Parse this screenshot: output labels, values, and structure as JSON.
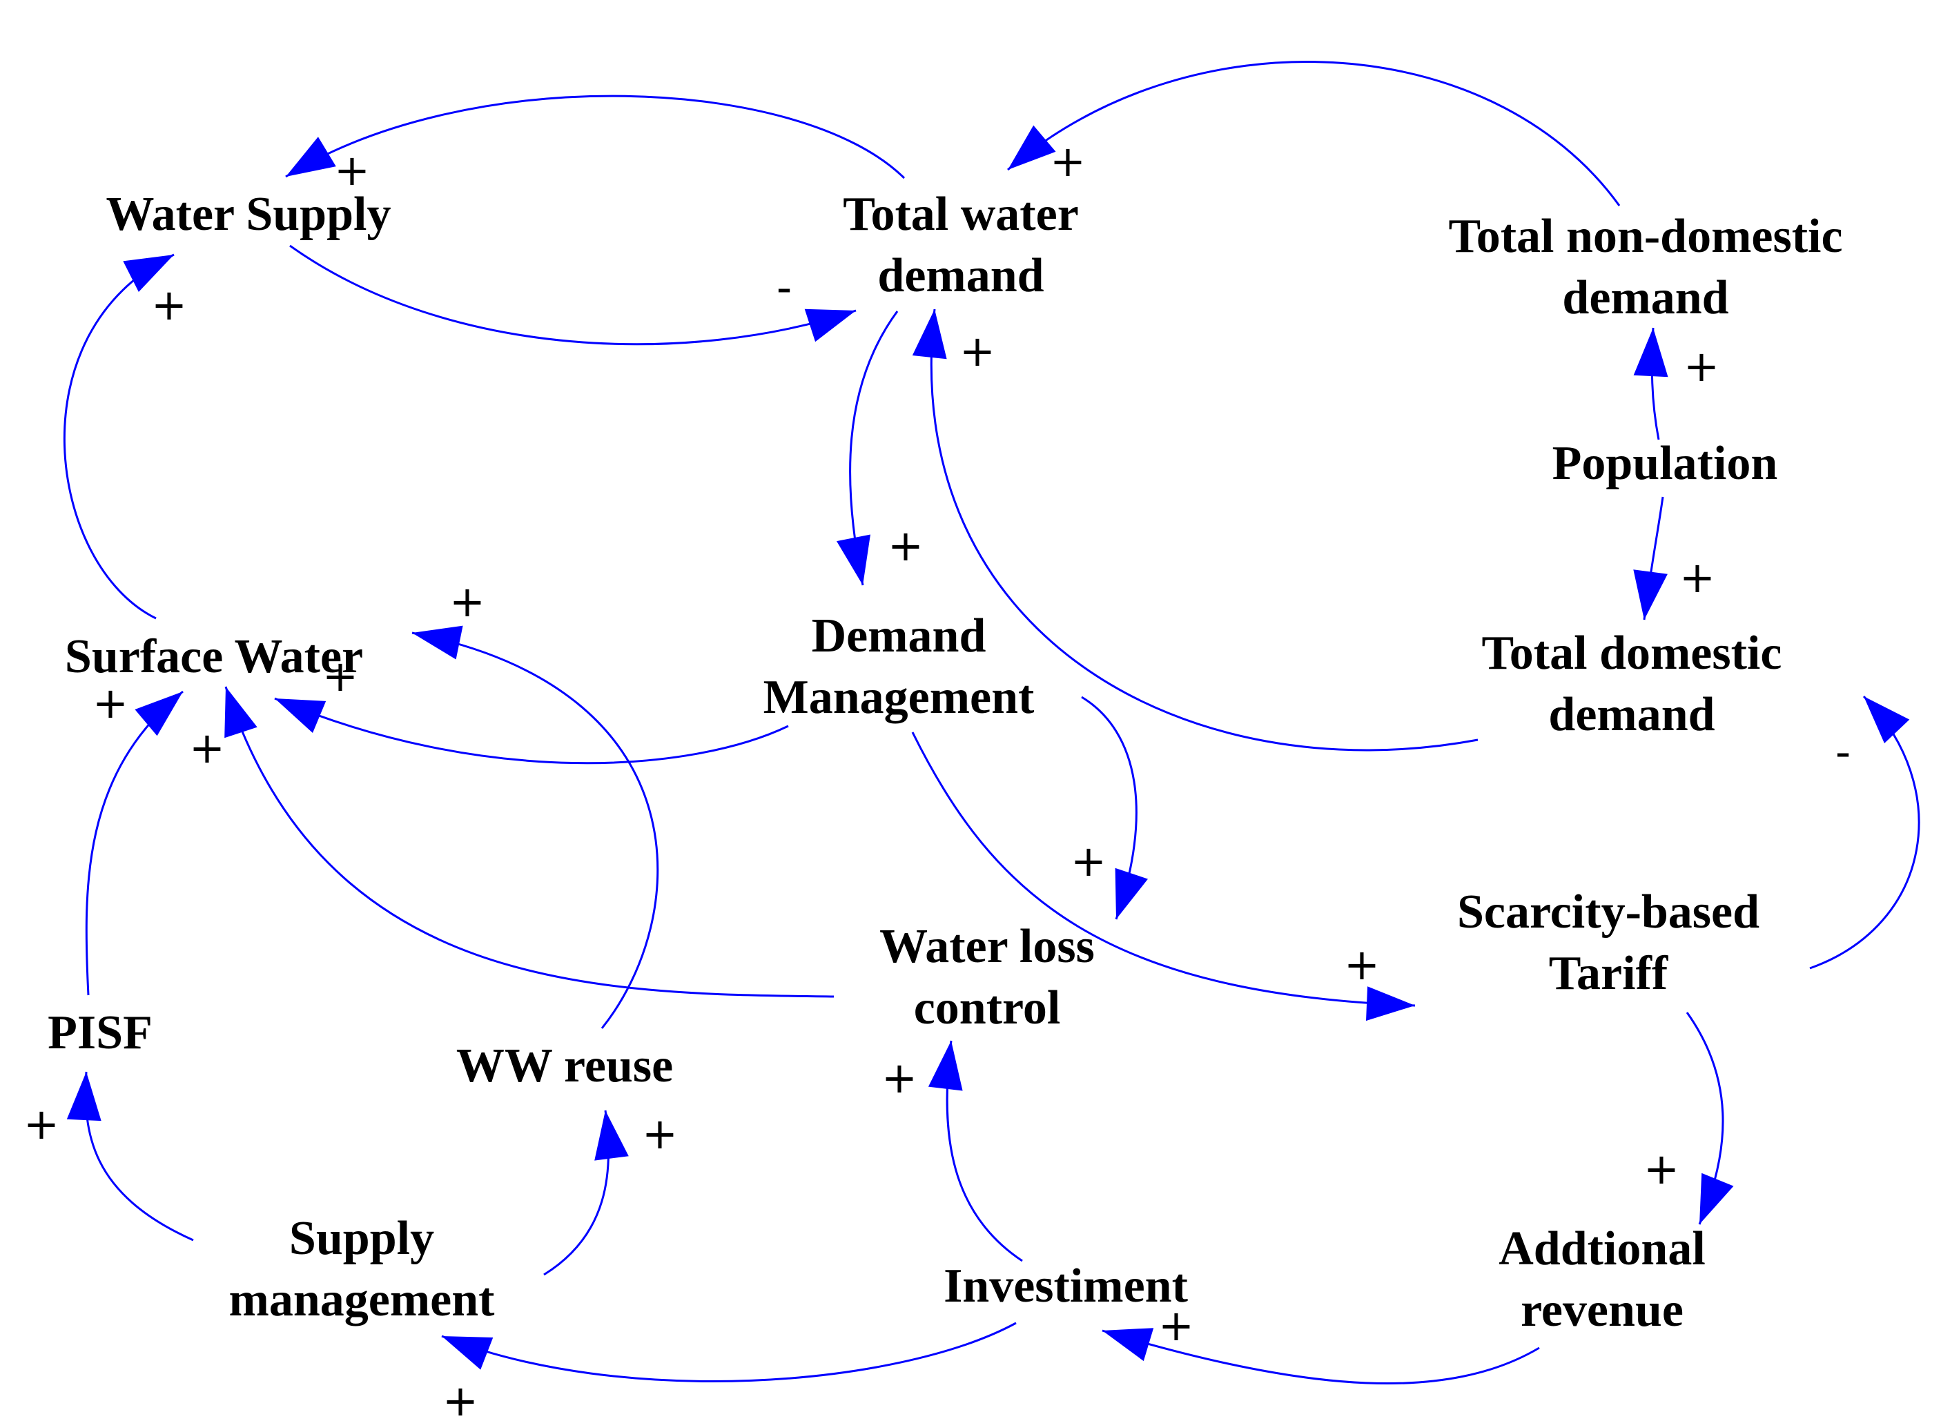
{
  "diagram": {
    "type": "causal-loop",
    "colors": {
      "link": "#0000ff",
      "text": "#000000",
      "background": "#ffffff"
    },
    "nodes": [
      {
        "id": "water_supply",
        "lines": [
          "Water Supply"
        ]
      },
      {
        "id": "total_water_demand",
        "lines": [
          "Total water",
          "demand"
        ]
      },
      {
        "id": "total_non_domestic_demand",
        "lines": [
          "Total non-domestic",
          "demand"
        ]
      },
      {
        "id": "population",
        "lines": [
          "Population"
        ]
      },
      {
        "id": "total_domestic_demand",
        "lines": [
          "Total domestic",
          "demand"
        ]
      },
      {
        "id": "surface_water",
        "lines": [
          "Surface Water"
        ]
      },
      {
        "id": "demand_management",
        "lines": [
          "Demand",
          "Management"
        ]
      },
      {
        "id": "water_loss_control",
        "lines": [
          "Water loss",
          "control"
        ]
      },
      {
        "id": "scarcity_based_tariff",
        "lines": [
          "Scarcity-based",
          "Tariff"
        ]
      },
      {
        "id": "pisf",
        "lines": [
          "PISF"
        ]
      },
      {
        "id": "ww_reuse",
        "lines": [
          "WW reuse"
        ]
      },
      {
        "id": "supply_management",
        "lines": [
          "Supply",
          "management"
        ]
      },
      {
        "id": "investiment",
        "lines": [
          "Investiment"
        ]
      },
      {
        "id": "addtional_revenue",
        "lines": [
          "Addtional",
          "revenue"
        ]
      }
    ],
    "links": [
      {
        "id": "l1",
        "from": "total_water_demand",
        "to": "water_supply",
        "polarity": "+"
      },
      {
        "id": "l2",
        "from": "water_supply",
        "to": "total_water_demand",
        "polarity": "-"
      },
      {
        "id": "l3",
        "from": "total_non_domestic_demand",
        "to": "total_water_demand",
        "polarity": "+"
      },
      {
        "id": "l4",
        "from": "total_domestic_demand",
        "to": "total_water_demand",
        "polarity": "+"
      },
      {
        "id": "l5",
        "from": "total_water_demand",
        "to": "demand_management",
        "polarity": "+"
      },
      {
        "id": "l6",
        "from": "surface_water",
        "to": "water_supply",
        "polarity": "+"
      },
      {
        "id": "l7",
        "from": "population",
        "to": "total_non_domestic_demand",
        "polarity": "+"
      },
      {
        "id": "l8",
        "from": "population",
        "to": "total_domestic_demand",
        "polarity": "+"
      },
      {
        "id": "l9",
        "from": "ww_reuse",
        "to": "surface_water",
        "polarity": "+"
      },
      {
        "id": "l10",
        "from": "demand_management",
        "to": "surface_water",
        "polarity": "+"
      },
      {
        "id": "l11",
        "from": "water_loss_control",
        "to": "surface_water",
        "polarity": "+"
      },
      {
        "id": "l12",
        "from": "pisf",
        "to": "surface_water",
        "polarity": "+"
      },
      {
        "id": "l13",
        "from": "demand_management",
        "to": "water_loss_control",
        "polarity": "+"
      },
      {
        "id": "l14",
        "from": "demand_management",
        "to": "scarcity_based_tariff",
        "polarity": "+"
      },
      {
        "id": "l15",
        "from": "scarcity_based_tariff",
        "to": "total_domestic_demand",
        "polarity": "-"
      },
      {
        "id": "l16",
        "from": "scarcity_based_tariff",
        "to": "addtional_revenue",
        "polarity": "+"
      },
      {
        "id": "l17",
        "from": "supply_management",
        "to": "pisf",
        "polarity": "+"
      },
      {
        "id": "l18",
        "from": "supply_management",
        "to": "ww_reuse",
        "polarity": "+"
      },
      {
        "id": "l19",
        "from": "investiment",
        "to": "water_loss_control",
        "polarity": "+"
      },
      {
        "id": "l20",
        "from": "investiment",
        "to": "supply_management",
        "polarity": "+"
      },
      {
        "id": "l21",
        "from": "addtional_revenue",
        "to": "investiment",
        "polarity": "+"
      }
    ]
  }
}
